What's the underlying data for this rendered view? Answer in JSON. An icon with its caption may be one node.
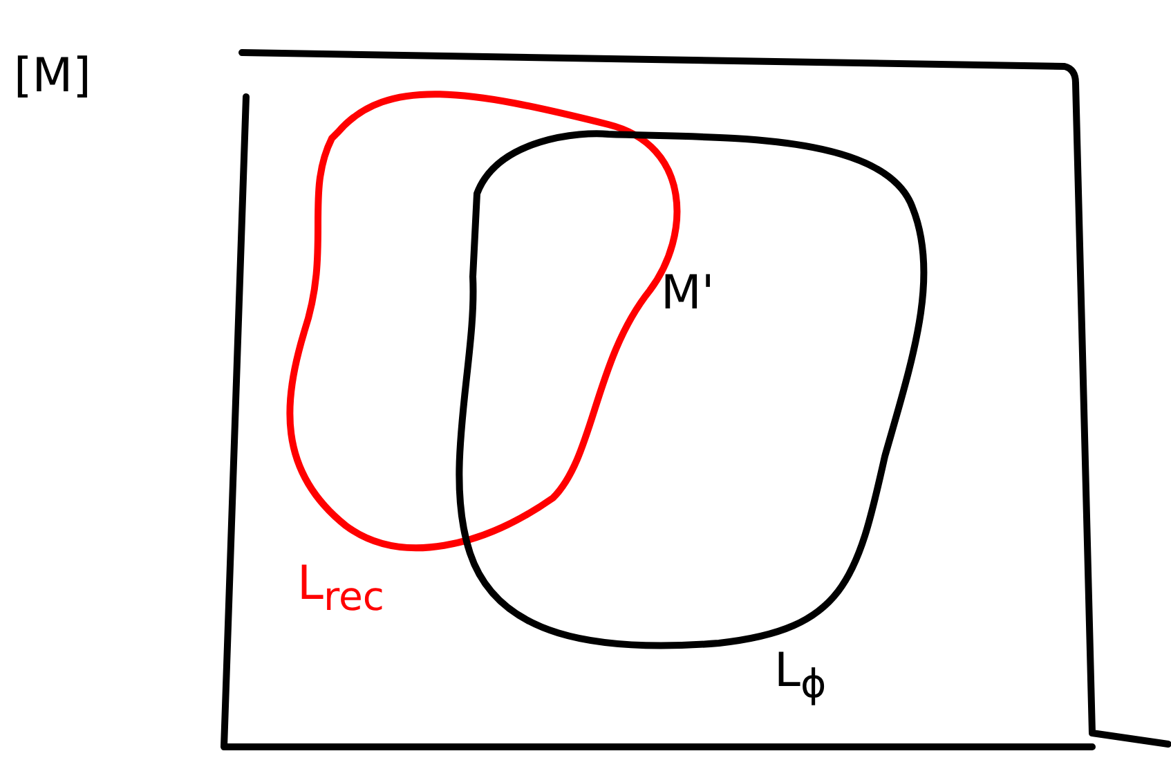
{
  "diagram": {
    "nodes": [
      {
        "text": [
          "[M]"
        ]
      },
      {
        "text": [
          "L$_{rec}$"
        ],
        "in": 0
      },
      {
        "text": [
          "M'",
          "L$_{ϕ}$"
        ],
        "in": 0
      }
    ]
  }
}
